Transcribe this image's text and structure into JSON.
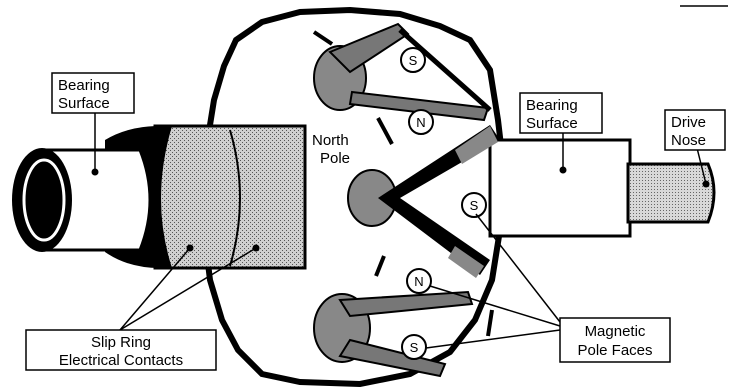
{
  "diagram": {
    "labels": {
      "bearing_left_line1": "Bearing",
      "bearing_left_line2": "Surface",
      "bearing_right_line1": "Bearing",
      "bearing_right_line2": "Surface",
      "drive_nose_line1": "Drive",
      "drive_nose_line2": "Nose",
      "north_pole_line1": "North",
      "north_pole_line2": "Pole",
      "slip_ring_line1": "Slip Ring",
      "slip_ring_line2": "Electrical Contacts",
      "magnetic_line1": "Magnetic",
      "magnetic_line2": "Pole Faces"
    },
    "pole_marks": {
      "s_top": "S",
      "n_upper": "N",
      "s_right": "S",
      "n_lower": "N",
      "s_bottom": "S"
    }
  }
}
